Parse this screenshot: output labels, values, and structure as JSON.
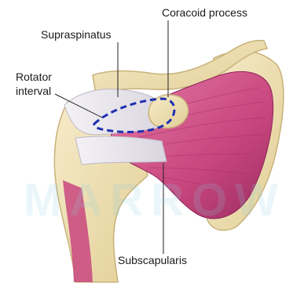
{
  "labels": {
    "supraspinatus": "Supraspinatus",
    "coracoid_process": "Coracoid process",
    "rotator_interval_line1": "Rotator",
    "rotator_interval_line2": "interval",
    "subscapularis": "Subscapularis"
  },
  "watermark": "MARROW",
  "colors": {
    "bone": "#efe0b5",
    "bone_outline": "#c9b27a",
    "muscle": "#d85c8e",
    "muscle_dark": "#a8336a",
    "tendon": "#e8e6ec",
    "interval_outline": "#1f2fb0",
    "leader_line": "#222222"
  }
}
